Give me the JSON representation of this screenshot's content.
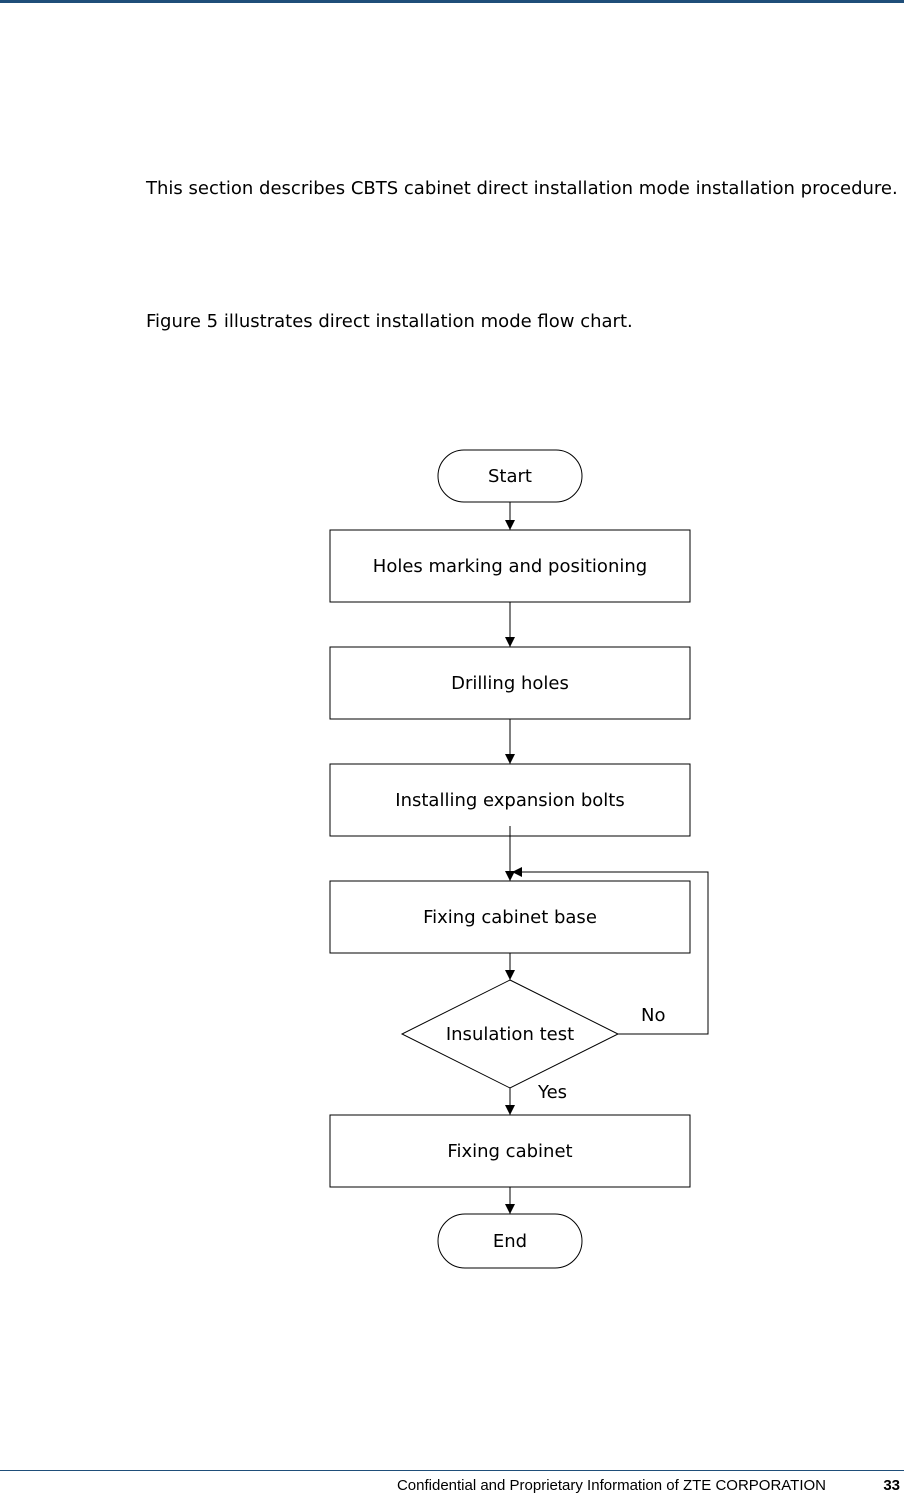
{
  "intro": "This section describes CBTS cabinet direct installation mode installation procedure.",
  "figure_ref": "Figure 5 illustrates direct installation mode flow chart.",
  "flowchart": {
    "start": "Start",
    "step1": "Holes marking and positioning",
    "step2": "Drilling holes",
    "step3": "Installing expansion bolts",
    "step4": "Fixing cabinet base",
    "decision": "Insulation test",
    "no_label": "No",
    "yes_label": "Yes",
    "step5": "Fixing cabinet",
    "end": "End"
  },
  "footer": {
    "text": "Confidential and Proprietary Information of ZTE CORPORATION",
    "page_number": "33"
  },
  "colors": {
    "rule": "#1f4e79"
  }
}
